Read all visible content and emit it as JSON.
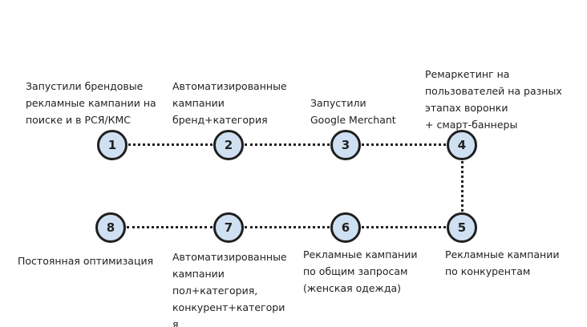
{
  "steps": [
    {
      "number": "1",
      "label": "Запустили брендовые\nрекламные кампании на\nпоиске и в РСЯ/КМС"
    },
    {
      "number": "2",
      "label": "Автоматизированные\nкампании\nбренд+категория"
    },
    {
      "number": "3",
      "label": "Запустили\nGoogle Merchant"
    },
    {
      "number": "4",
      "label": "Ремаркетинг на\nпользователей на разных\nэтапах воронки\n+ смарт-баннеры"
    },
    {
      "number": "5",
      "label": "Рекламные кампании\nпо конкурентам"
    },
    {
      "number": "6",
      "label": "Рекламные кампании\nпо общим запросам\n(женская одежда)"
    },
    {
      "number": "7",
      "label": "Автоматизированные\nкампании\nпол+категория,\nконкурент+категори\nя"
    },
    {
      "number": "8",
      "label": "Постоянная оптимизация"
    }
  ]
}
